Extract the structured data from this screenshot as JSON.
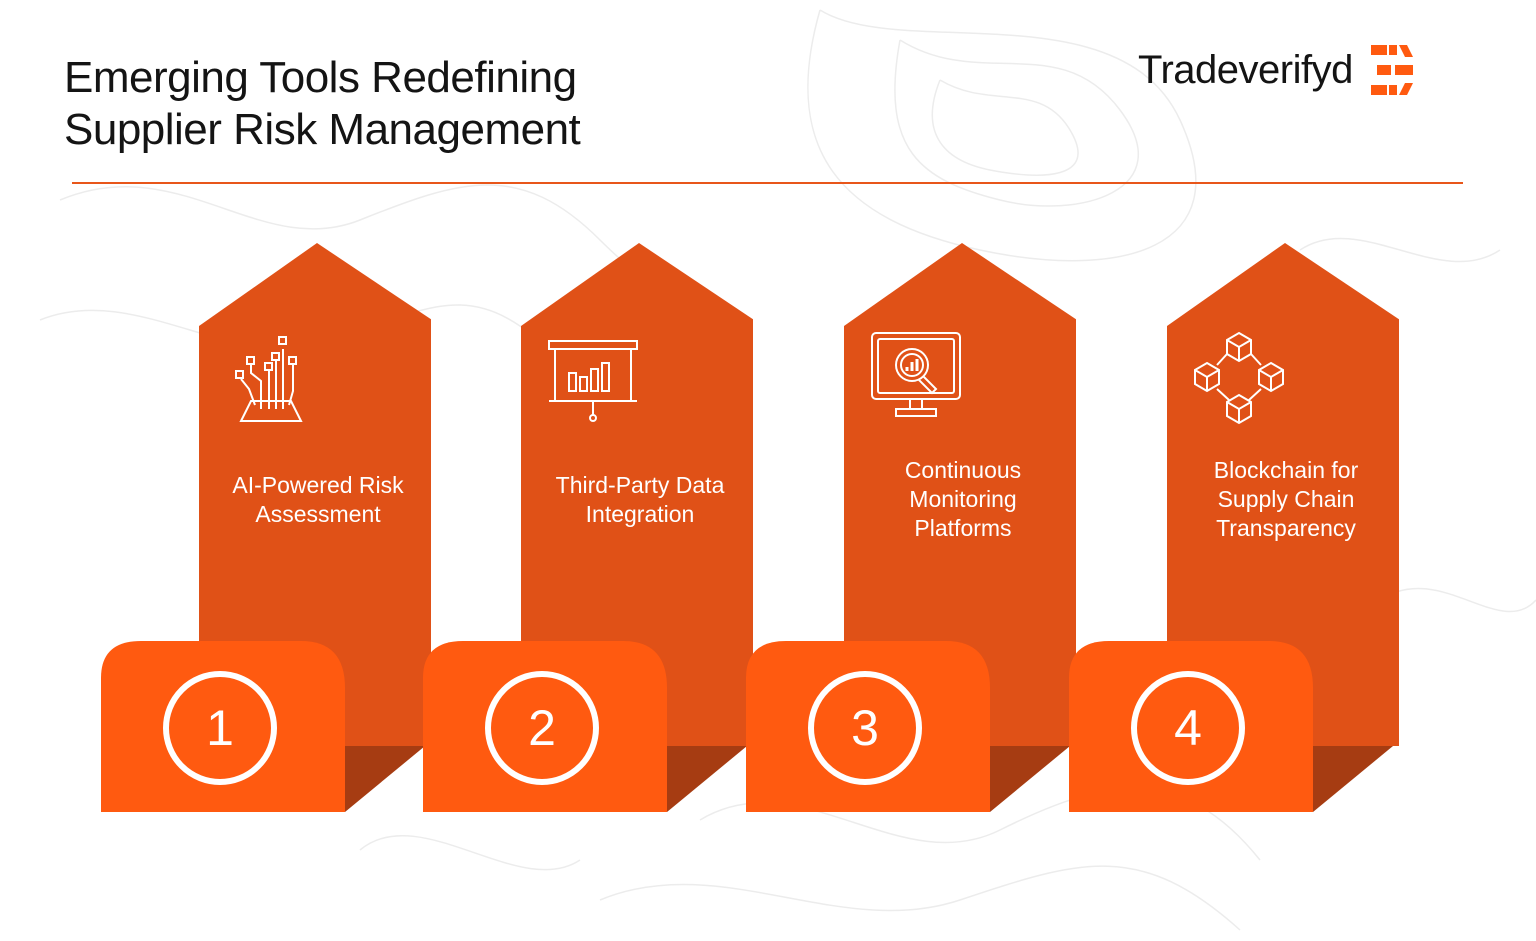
{
  "title": {
    "line1": "Emerging Tools Redefining",
    "line2": "Supplier Risk Management"
  },
  "brand": {
    "name": "Tradeverifyd"
  },
  "colors": {
    "accent": "#e8561a",
    "arrow": "#e05117",
    "block": "#ff5a10",
    "block_shadow": "#a63c12",
    "divider": "#e8561a"
  },
  "steps": [
    {
      "number": "1",
      "label_lines": [
        "AI-Powered Risk",
        "Assessment"
      ],
      "icon": "ai-circuit-icon"
    },
    {
      "number": "2",
      "label_lines": [
        "Third-Party Data",
        "Integration"
      ],
      "icon": "presentation-chart-icon"
    },
    {
      "number": "3",
      "label_lines": [
        "Continuous",
        "Monitoring",
        "Platforms"
      ],
      "icon": "monitor-search-icon"
    },
    {
      "number": "4",
      "label_lines": [
        "Blockchain for",
        "Supply Chain",
        "Transparency"
      ],
      "icon": "blockchain-cubes-icon"
    }
  ]
}
